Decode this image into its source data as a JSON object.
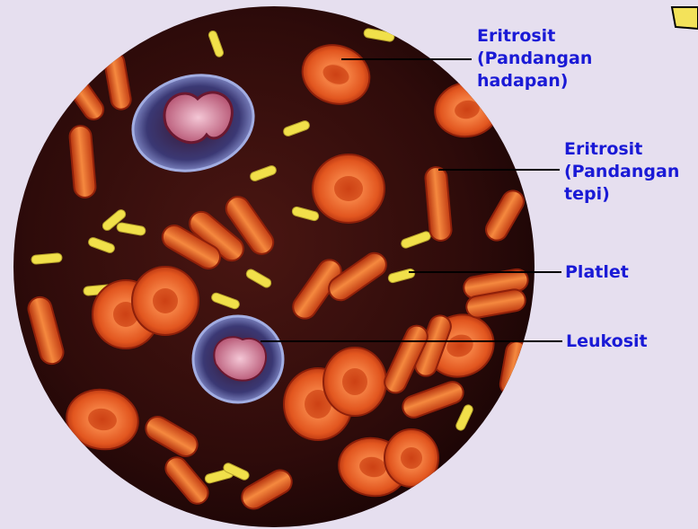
{
  "labels": {
    "rbc_face": [
      "Eritrosit",
      "(Pandangan",
      "hadapan)"
    ],
    "rbc_edge": [
      "Eritrosit",
      "(Pandangan",
      "tepi)"
    ],
    "platelet": "Platlet",
    "leukocyte": "Leukosit"
  },
  "colors": {
    "background": "#e6dfef",
    "plasma": "#2b0a0a",
    "erythrocyte": "#e2461c",
    "platelet": "#f0e04a",
    "leukocyte_membrane": "#7f8fd8",
    "label_text": "#1a1ad6",
    "pointer_line": "#000000"
  }
}
